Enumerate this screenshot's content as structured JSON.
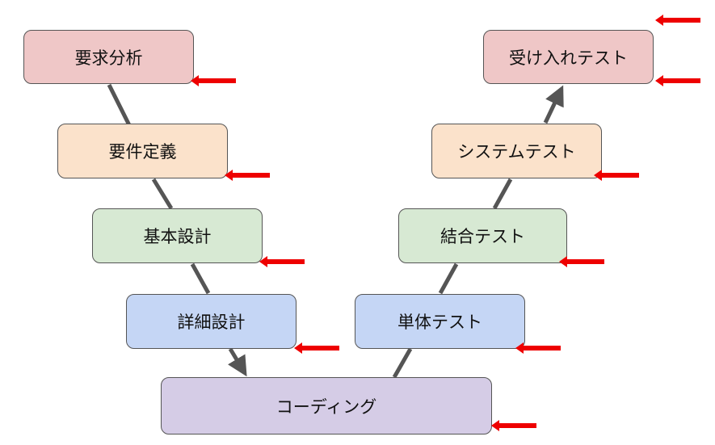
{
  "diagram": {
    "colors": {
      "connector": "#555555",
      "marker": "#ee0000",
      "requirements_fill": "#efc7c7",
      "definition_fill": "#fbe2cb",
      "design_fill": "#d7e9d3",
      "detail_fill": "#c5d6f5",
      "coding_fill": "#d5cce6"
    },
    "stages": {
      "requirements_analysis": "要求分析",
      "requirements_definition": "要件定義",
      "basic_design": "基本設計",
      "detailed_design": "詳細設計",
      "coding": "コーディング",
      "unit_test": "単体テスト",
      "integration_test": "結合テスト",
      "system_test": "システムテスト",
      "acceptance_test": "受け入れテスト"
    },
    "markers": {
      "style": "red-left-pointing-arrow",
      "count": 10
    }
  }
}
